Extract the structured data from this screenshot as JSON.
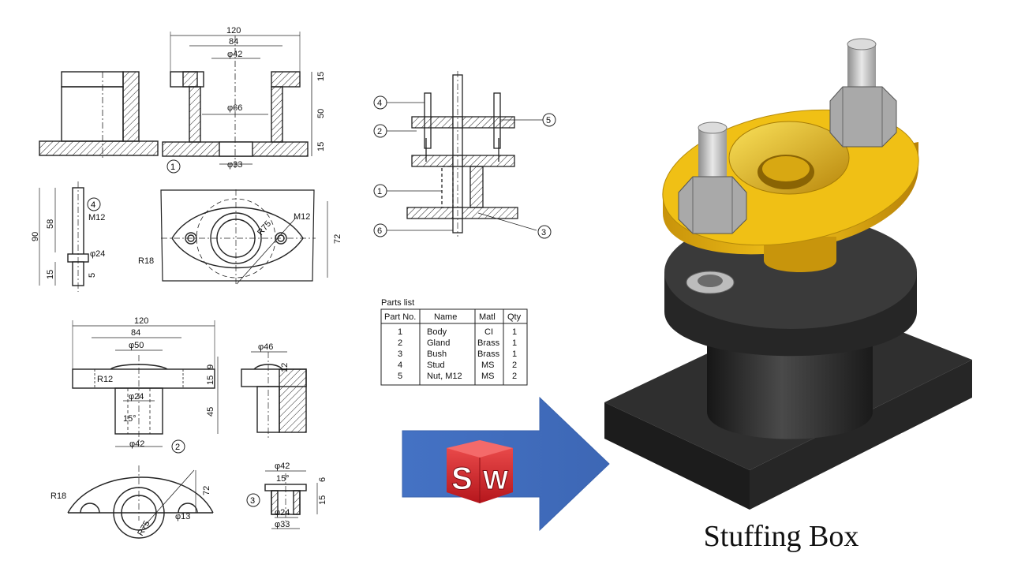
{
  "caption": "Stuffing Box",
  "dimensions": {
    "body_top_overall": "120",
    "body_top_flange": "84",
    "body_top_bore": "φ42",
    "body_inner": "φ66",
    "body_bottom_bore": "φ33",
    "body_h1": "15",
    "body_h2": "50",
    "body_h3": "15",
    "stud_total": "90",
    "stud_upper": "58",
    "stud_lower": "15",
    "stud_collar_h": "5",
    "stud_thread": "M12",
    "stud_collar_dia": "φ24",
    "plan_radius_small": "R18",
    "plan_radius_large": "R75",
    "plan_thread": "M12",
    "plan_height": "72",
    "gland_overall": "120",
    "gland_flange": "84",
    "gland_bore": "φ50",
    "gland_r": "R12",
    "gland_inner": "φ24",
    "gland_angle": "15°",
    "gland_bottom": "φ42",
    "gland_h1": "9",
    "gland_h2": "15",
    "gland_h3": "45",
    "nut_dia": "φ46",
    "nut_h": "12",
    "gplan_radius_small": "R18",
    "gplan_radius_large": "R75",
    "gplan_hole": "φ13",
    "gplan_height": "72",
    "bush_top": "φ42",
    "bush_angle": "15°",
    "bush_inner": "φ24",
    "bush_bottom": "φ33",
    "bush_h1": "6",
    "bush_h2": "15"
  },
  "callouts": {
    "body": "1",
    "stud": "4",
    "gland": "2",
    "bush": "3",
    "asm_4": "4",
    "asm_2": "2",
    "asm_1": "1",
    "asm_6": "6",
    "asm_5": "5",
    "asm_3": "3"
  },
  "parts_list": {
    "title": "Parts list",
    "headers": [
      "Part No.",
      "Name",
      "Matl",
      "Qty"
    ],
    "rows": [
      [
        "1",
        "Body",
        "CI",
        "1"
      ],
      [
        "2",
        "Gland",
        "Brass",
        "1"
      ],
      [
        "3",
        "Bush",
        "Brass",
        "1"
      ],
      [
        "4",
        "Stud",
        "MS",
        "2"
      ],
      [
        "5",
        "Nut, M12",
        "MS",
        "2"
      ]
    ]
  },
  "logo": {
    "letter_s": "S",
    "letter_w": "W"
  },
  "colors": {
    "arrow": "#4472c4",
    "brass": "#e8b60c",
    "body_dark": "#2b2b2b",
    "logo_red": "#d8242a"
  }
}
